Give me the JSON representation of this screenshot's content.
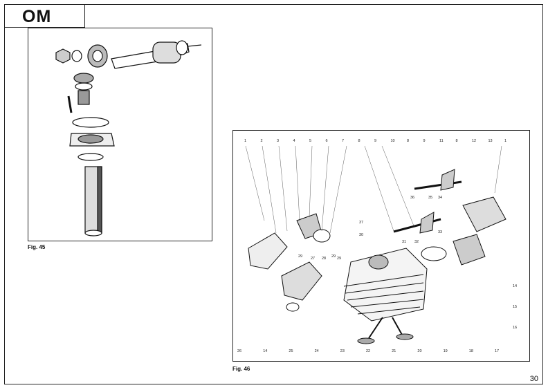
{
  "header": {
    "brand": "OM"
  },
  "figures": [
    {
      "caption": "Fig. 45"
    },
    {
      "caption": "Fig. 46"
    }
  ],
  "callouts_top": [
    "1",
    "2",
    "3",
    "4",
    "5",
    "6",
    "7",
    "8",
    "9",
    "10",
    "8",
    "9",
    "11",
    "8",
    "12",
    "13",
    "1"
  ],
  "callouts_right": [
    "14",
    "15",
    "16"
  ],
  "callouts_bottom": [
    "26",
    "14",
    "25",
    "24",
    "23",
    "22",
    "21",
    "20",
    "19",
    "18",
    "17"
  ],
  "callouts_inner": [
    "37",
    "30",
    "31",
    "32",
    "33",
    "29",
    "29",
    "27",
    "28",
    "29",
    "36",
    "35",
    "34"
  ],
  "footer": {
    "page_number": "30"
  }
}
